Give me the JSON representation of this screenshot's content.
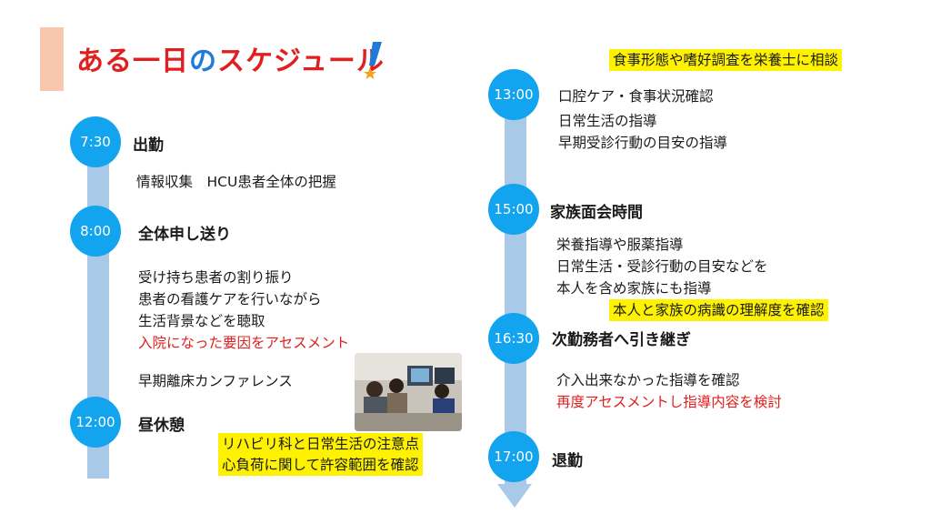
{
  "title": {
    "part1": "ある一日",
    "part2": "の",
    "part3": "スケジュール"
  },
  "left": {
    "entries": [
      {
        "time": "7:30",
        "heading": "出勤",
        "lines": [
          "情報収集　HCU患者全体の把握"
        ]
      },
      {
        "time": "8:00",
        "heading": "全体申し送り",
        "lines": [
          "受け持ち患者の割り振り",
          "患者の看護ケアを行いながら",
          "生活背景などを聴取"
        ],
        "red_line": "入院になった要因をアセスメント",
        "extra_line": "早期離床カンファレンス"
      },
      {
        "time": "12:00",
        "heading": "昼休憩",
        "highlight_lines": [
          "リハビリ科と日常生活の注意点",
          "心負荷に関して許容範囲を確認"
        ]
      }
    ]
  },
  "right": {
    "top_highlight": "食事形態や嗜好調査を栄養士に相談",
    "entries": [
      {
        "time": "13:00",
        "lines": [
          "口腔ケア・食事状況確認",
          "日常生活の指導",
          "早期受診行動の目安の指導"
        ]
      },
      {
        "time": "15:00",
        "heading": "家族面会時間",
        "lines": [
          "栄養指導や服薬指導",
          "日常生活・受診行動の目安などを",
          "本人を含め家族にも指導"
        ],
        "highlight": "本人と家族の病識の理解度を確認"
      },
      {
        "time": "16:30",
        "heading": "次勤務者へ引き継ぎ",
        "lines": [
          "介入出来なかった指導を確認"
        ],
        "red_line": "再度アセスメントし指導内容を検討"
      },
      {
        "time": "17:00",
        "heading": "退勤"
      }
    ]
  },
  "colors": {
    "circle": "#12a4ee",
    "track": "#a9c9e8",
    "highlight": "#fff200",
    "red": "#e02020",
    "title_blue": "#1f7bd8"
  }
}
